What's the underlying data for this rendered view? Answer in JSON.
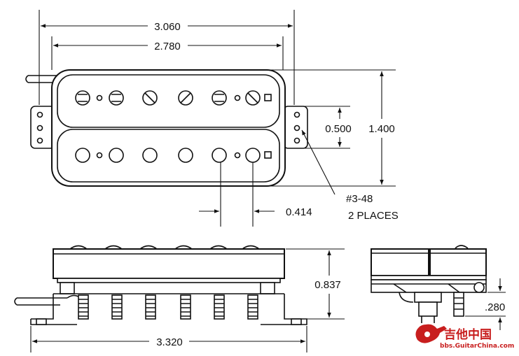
{
  "dimensions": {
    "overall_length": "3.060",
    "cover_length": "2.780",
    "height_width": "1.400",
    "mount_spacing": "0.500",
    "pole_spacing": "0.414",
    "screw_label_line1": "#3-48",
    "screw_label_line2": "2 PLACES",
    "side_height": "0.837",
    "base_length": "3.320",
    "side_offset": ".280"
  },
  "watermark": {
    "brand": "吉他中国",
    "url": "bbs.GuitarChina.com"
  },
  "colors": {
    "line": "#111111",
    "watermark": "#c81e1e"
  }
}
